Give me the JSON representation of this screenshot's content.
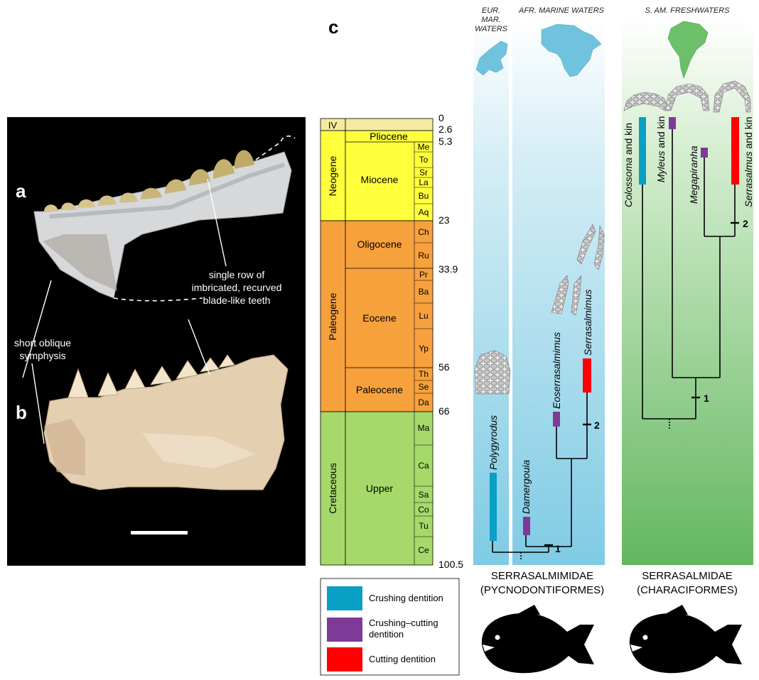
{
  "panel_labels": {
    "a": "a",
    "b": "b",
    "c": "c"
  },
  "photo_annotations": {
    "teeth": [
      "single row of",
      "imbricated, recurved",
      "blade-like teeth"
    ],
    "symphysis": [
      "short oblique",
      "symphysis"
    ]
  },
  "timescale": {
    "ages": [
      "0",
      "2.6",
      "5.3",
      "23",
      "33.9",
      "56",
      "66",
      "100.5"
    ],
    "periods": [
      {
        "name": "IV",
        "color": "#f5eb9e"
      },
      {
        "name": "Neogene",
        "color": "#ffff3c"
      },
      {
        "name": "Paleogene",
        "color": "#f7a13d"
      },
      {
        "name": "Cretaceous",
        "color": "#a6d96a"
      }
    ],
    "epochs": [
      "Pliocene",
      "Miocene",
      "Oligocene",
      "Eocene",
      "Paleocene",
      "Upper"
    ],
    "stages": [
      "Me",
      "To",
      "Sr",
      "La",
      "Bu",
      "Aq",
      "Ch",
      "Ru",
      "Pr",
      "Ba",
      "Lu",
      "Yp",
      "Th",
      "Se",
      "Da",
      "Ma",
      "Ca",
      "Sa",
      "Co",
      "Tu",
      "Ce"
    ]
  },
  "regions": {
    "eur": [
      "EUR.",
      "MAR.",
      "WATERS"
    ],
    "afr": "AFR. MARINE WATERS",
    "sam": "S. AM. FRESHWATERS"
  },
  "taxa": {
    "polygyrodus": "Polygyrodus",
    "damergouia": "Damergouia",
    "eoserrasalmimus": "Eoserrasalmimus",
    "serrasalmimus": "Serrasalmimus",
    "colossoma_italic": "Colossoma",
    "colossoma_rest": " and kin",
    "myleus_italic": "Myleus",
    "myleus_rest": " and kin",
    "megapiranha": "Megapiranha",
    "serrasalmus_italic": "Serrasalmus",
    "serrasalmus_rest": " and kin"
  },
  "node_labels": {
    "n1": "1",
    "n2": "2"
  },
  "group_labels": {
    "left": [
      "SERRASALMIMIDAE",
      "(PYCNODONTIFORMES)"
    ],
    "right": [
      "SERRASALMIDAE",
      "(CHARACIFORMES)"
    ]
  },
  "legend": {
    "items": [
      {
        "color": "#0a9fc5",
        "lines": [
          "Crushing dentition"
        ]
      },
      {
        "color": "#7e3a96",
        "lines": [
          "Crushing–cutting",
          "dentition"
        ]
      },
      {
        "color": "#ff0000",
        "lines": [
          "Cutting dentition"
        ]
      }
    ]
  },
  "colors": {
    "crushing": "#0a9fc5",
    "crushing_cutting": "#7e3a96",
    "cutting": "#ff0000",
    "marine_panel": "#88cfe6",
    "freshwater_panel": "#6cc06a"
  }
}
